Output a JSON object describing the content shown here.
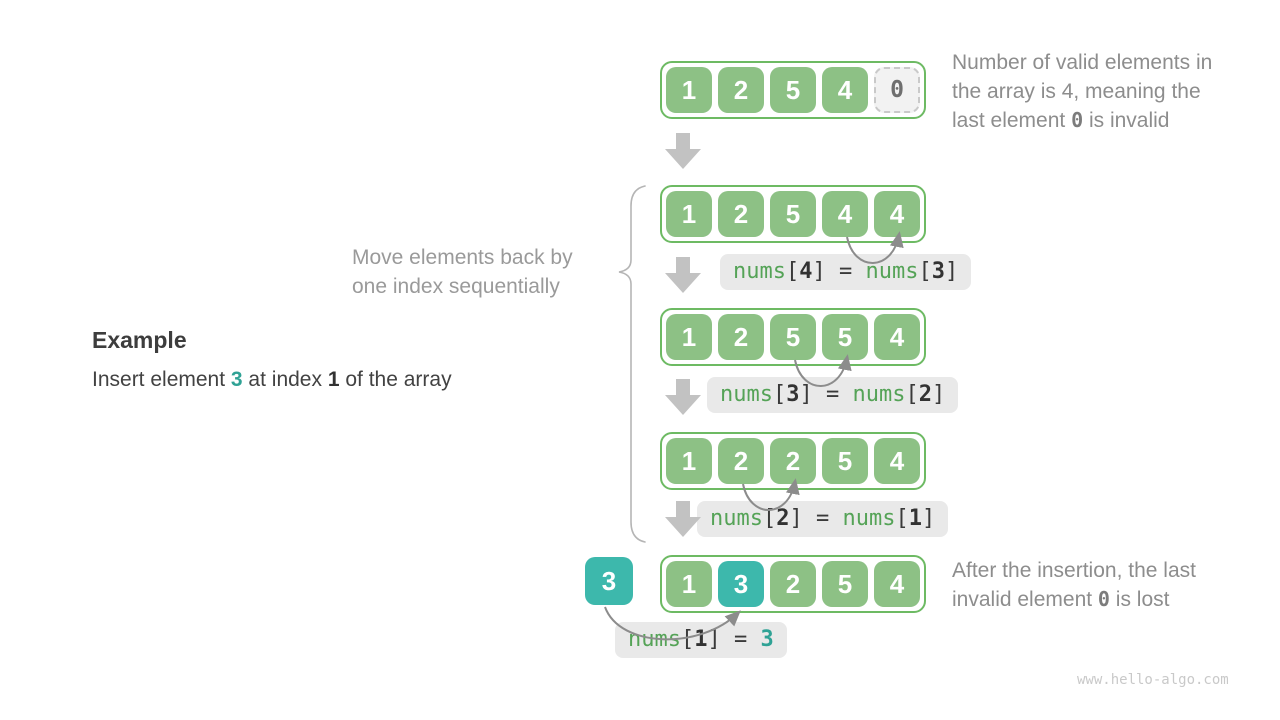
{
  "diagram": {
    "example": {
      "heading": "Example",
      "desc": {
        "pre": "Insert element ",
        "value": "3",
        "mid": " at index ",
        "index": "1",
        "post": " of the array"
      }
    },
    "move_note": {
      "line1": "Move elements back by",
      "line2": "one index sequentially"
    },
    "top_note": {
      "line1": "Number of valid elements in",
      "line2": "the array is 4, meaning the",
      "line3_pre": "last element ",
      "line3_code": "0",
      "line3_post": " is invalid"
    },
    "bottom_note": {
      "line1": "After the insertion, the last",
      "line2_pre": "invalid element ",
      "line2_code": "0",
      "line2_post": " is lost"
    },
    "arrays": {
      "row1": [
        "1",
        "2",
        "5",
        "4",
        "0"
      ],
      "row2": [
        "1",
        "2",
        "5",
        "4",
        "4"
      ],
      "row3": [
        "1",
        "2",
        "5",
        "5",
        "4"
      ],
      "row4": [
        "1",
        "2",
        "2",
        "5",
        "4"
      ],
      "row5": [
        "1",
        "3",
        "2",
        "5",
        "4"
      ],
      "insert_value": "3"
    },
    "ops": {
      "syntax": {
        "lb": "[",
        "rb": "]",
        "eq": " = "
      },
      "op1": {
        "fn1": "nums",
        "i1": "4",
        "fn2": "nums",
        "i2": "3"
      },
      "op2": {
        "fn1": "nums",
        "i1": "3",
        "fn2": "nums",
        "i2": "2"
      },
      "op3": {
        "fn1": "nums",
        "i1": "2",
        "fn2": "nums",
        "i2": "1"
      },
      "op4": {
        "fn1": "nums",
        "i1": "1",
        "value": "3"
      }
    },
    "watermark": "www.hello-algo.com",
    "colors": {
      "cell_green": "#8dc185",
      "array_border": "#6dba63",
      "cell_teal": "#3db8ac",
      "teal_text": "#2fa295",
      "nums_green": "#55a357",
      "label_bg": "#e9e9e9",
      "invalid_bg": "#f2f2f2",
      "invalid_border": "#c9c9c9",
      "block_arrow_gray": "#c2c2c2",
      "arc_arrow_gray": "#8c8c8c",
      "note_gray": "#8d8d8d"
    }
  }
}
